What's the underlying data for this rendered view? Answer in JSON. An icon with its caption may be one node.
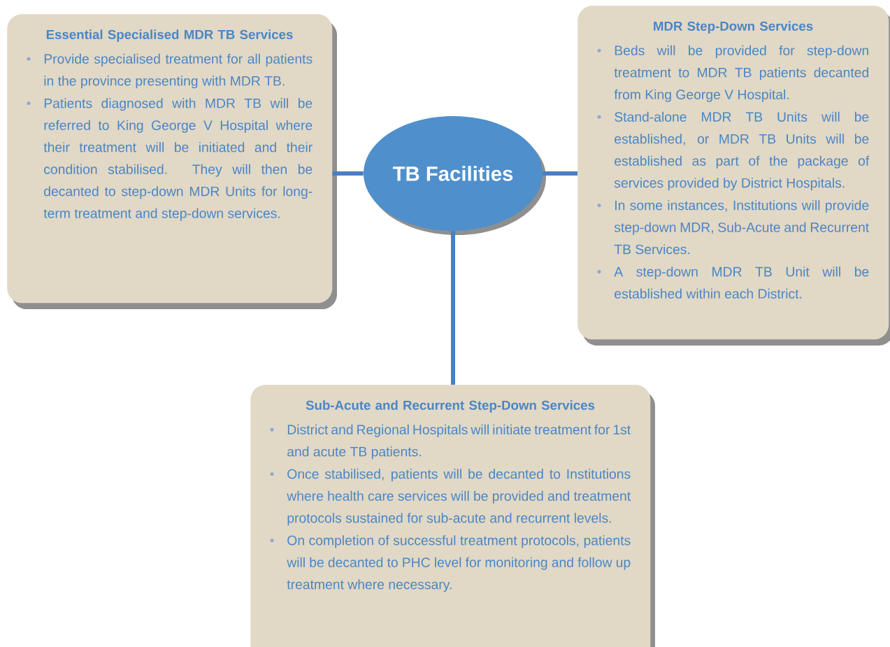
{
  "diagram": {
    "nodes": [
      {
        "text": [
          "Essential Specialised MDR TB Services",
          "Provide specialised treatment for all patients in the province presenting with MDR TB.",
          "Patients diagnosed with MDR TB will be referred to King George V Hospital where their treatment will be initiated and their condition stabilised.  They will then be decanted to step-down MDR Units for long-term treatment and step-down services."
        ]
      },
      {
        "text": [
          "TB Facilities"
        ]
      },
      {
        "text": [
          "MDR Step-Down Services",
          "Beds will be provided for step-down treatment to MDR TB patients decanted from King George V Hospital.",
          "Stand-alone MDR TB Units will be established, or MDR TB Units will be established as part of the package of services provided by District Hospitals.",
          "In some instances, Institutions will provide step-down MDR, Sub-Acute and Recurrent TB Services.",
          "A step-down MDR TB Unit will be established within each District."
        ]
      },
      {
        "text": [
          "Sub-Acute and Recurrent Step-Down Services",
          "District and Regional Hospitals will initiate treatment for 1st and acute TB patients.",
          "Once stabilised, patients will be decanted to Institutions where health care services will be provided and treatment protocols sustained for sub-acute and recurrent levels.",
          "On completion of successful treatment protocols, patients will be decanted to PHC level for monitoring and follow up treatment where necessary."
        ]
      }
    ],
    "edges": [
      {
        "from": 1,
        "to": 0,
        "arrow": "none"
      },
      {
        "from": 1,
        "to": 2,
        "arrow": "none"
      },
      {
        "from": 1,
        "to": 3,
        "arrow": "none"
      }
    ]
  }
}
